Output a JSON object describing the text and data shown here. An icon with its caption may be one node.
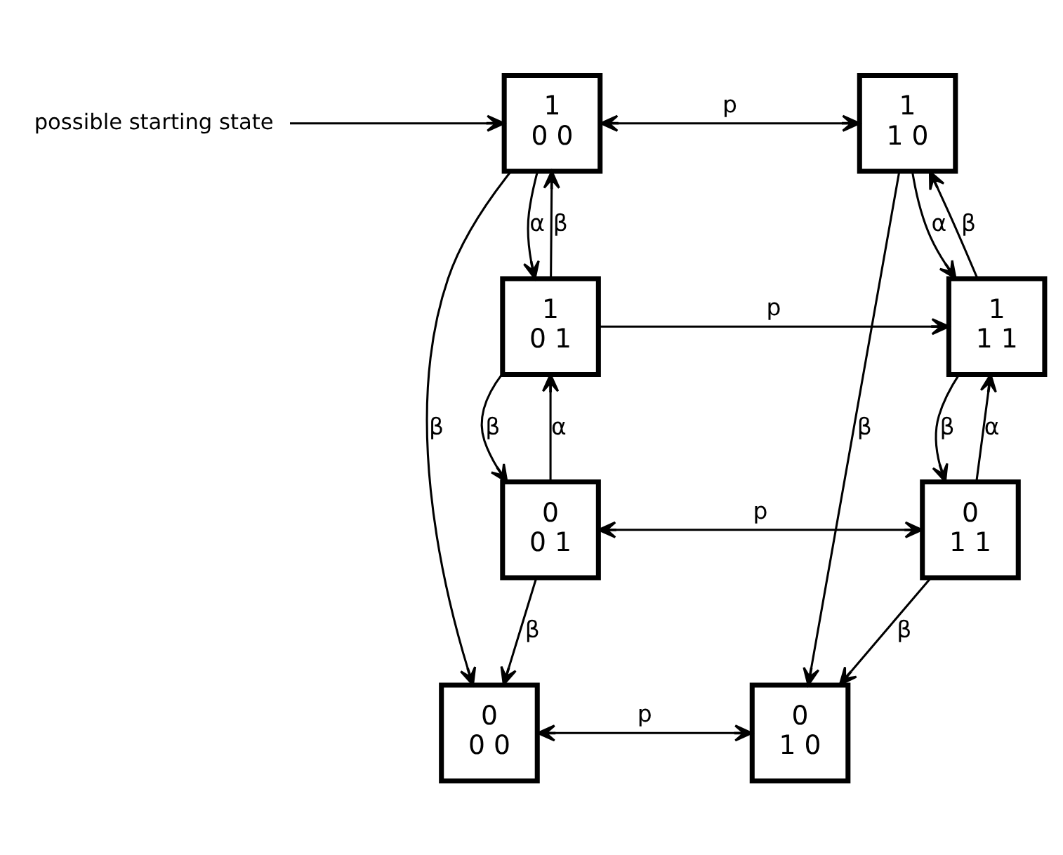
{
  "diagram": {
    "nodes": [
      {
        "text": [
          "0",
          "0 0"
        ]
      },
      {
        "text": [
          "0",
          "1 0"
        ]
      },
      {
        "text": [
          "1",
          "0 0"
        ]
      },
      {
        "text": [
          "1",
          "1 0"
        ]
      },
      {
        "text": [
          "0",
          "0 1"
        ]
      },
      {
        "text": [
          "0",
          "1 1"
        ]
      },
      {
        "text": [
          "1",
          "0 1"
        ]
      },
      {
        "text": [
          "1",
          "1 1"
        ]
      },
      {
        "text": [
          "possible starting state"
        ]
      }
    ],
    "edges": [
      {
        "from": 0,
        "to": 1,
        "arrow": "both",
        "label": "p"
      },
      {
        "from": 2,
        "to": 0,
        "arrow": "to",
        "label": "β"
      },
      {
        "from": 3,
        "to": 1,
        "arrow": "to",
        "label": "β"
      },
      {
        "from": 8,
        "to": 2,
        "arrow": "to"
      },
      {
        "from": 2,
        "to": 3,
        "arrow": "both",
        "label": "p"
      },
      {
        "from": 4,
        "to": 0,
        "arrow": "to",
        "label": "β"
      },
      {
        "from": 5,
        "to": 1,
        "arrow": "to",
        "label": "β"
      },
      {
        "from": 6,
        "to": 2,
        "arrow": "to",
        "label": "β"
      },
      {
        "from": 2,
        "to": 6,
        "arrow": "to",
        "label": "α"
      },
      {
        "from": 4,
        "to": 5,
        "arrow": "both",
        "label": "p"
      },
      {
        "from": 3,
        "to": 7,
        "arrow": "to",
        "label": "α"
      },
      {
        "from": 7,
        "to": 3,
        "arrow": "to",
        "label": "β"
      },
      {
        "from": 6,
        "to": 4,
        "arrow": "to",
        "label": "β"
      },
      {
        "from": 4,
        "to": 6,
        "arrow": "to",
        "label": "α"
      },
      {
        "from": 5,
        "to": 7,
        "arrow": "to",
        "label": "α"
      },
      {
        "from": 7,
        "to": 5,
        "arrow": "to",
        "label": "β"
      },
      {
        "from": 6,
        "to": 7,
        "arrow": "to",
        "label": "p"
      }
    ]
  }
}
